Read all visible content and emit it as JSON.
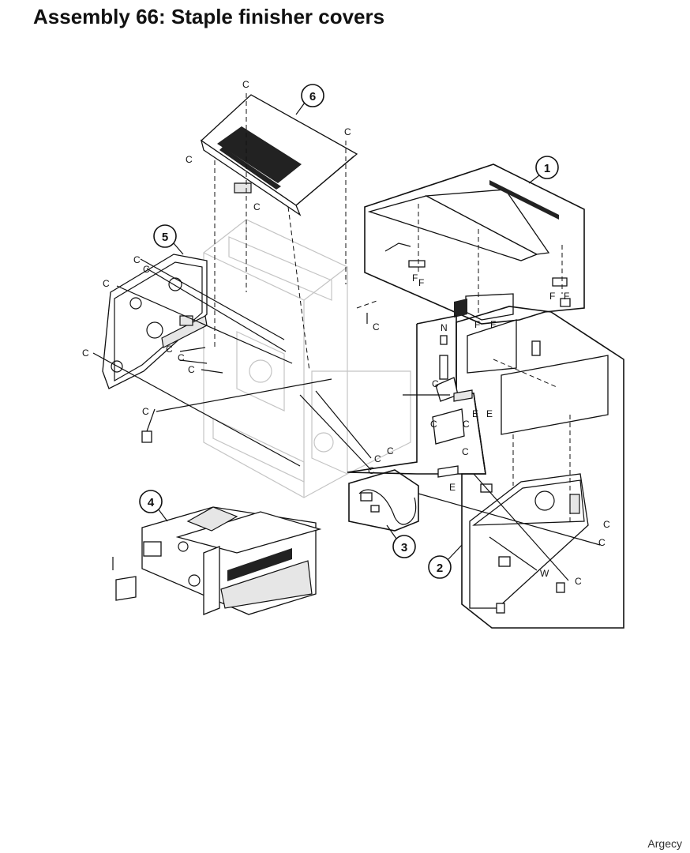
{
  "title": "Assembly 66: Staple finisher covers",
  "footer": "Argecy",
  "callouts": [
    "1",
    "2",
    "3",
    "4",
    "5",
    "6"
  ],
  "letters": {
    "c": "C",
    "e": "E",
    "f": "F",
    "n": "N",
    "w": "W"
  }
}
